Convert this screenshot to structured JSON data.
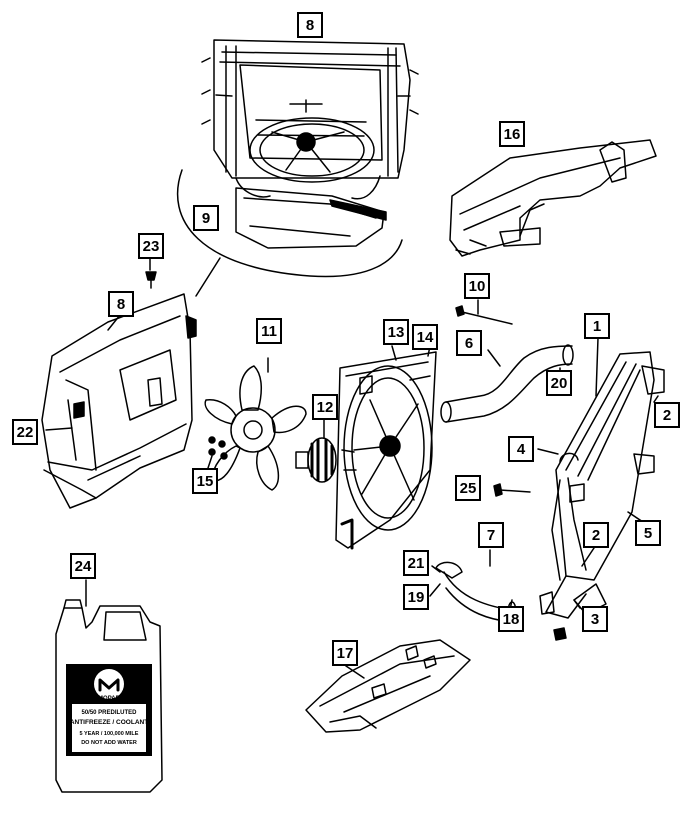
{
  "diagram": {
    "callouts": {
      "c1": "1",
      "c2a": "2",
      "c2b": "2",
      "c3": "3",
      "c4": "4",
      "c5": "5",
      "c6": "6",
      "c7": "7",
      "c8a": "8",
      "c8b": "8",
      "c9": "9",
      "c10": "10",
      "c11": "11",
      "c12": "12",
      "c13": "13",
      "c14": "14",
      "c15": "15",
      "c16": "16",
      "c17": "17",
      "c18": "18",
      "c19": "19",
      "c20": "20",
      "c21": "21",
      "c22": "22",
      "c23": "23",
      "c24": "24",
      "c25": "25"
    },
    "coolant_label": {
      "brand": "MOPAR",
      "line1": "50/50 PREDILUTED",
      "line2": "ANTIFREEZE / COOLANT",
      "line3": "5 YEAR / 100,000 MILE",
      "line4": "DO NOT ADD WATER"
    }
  }
}
